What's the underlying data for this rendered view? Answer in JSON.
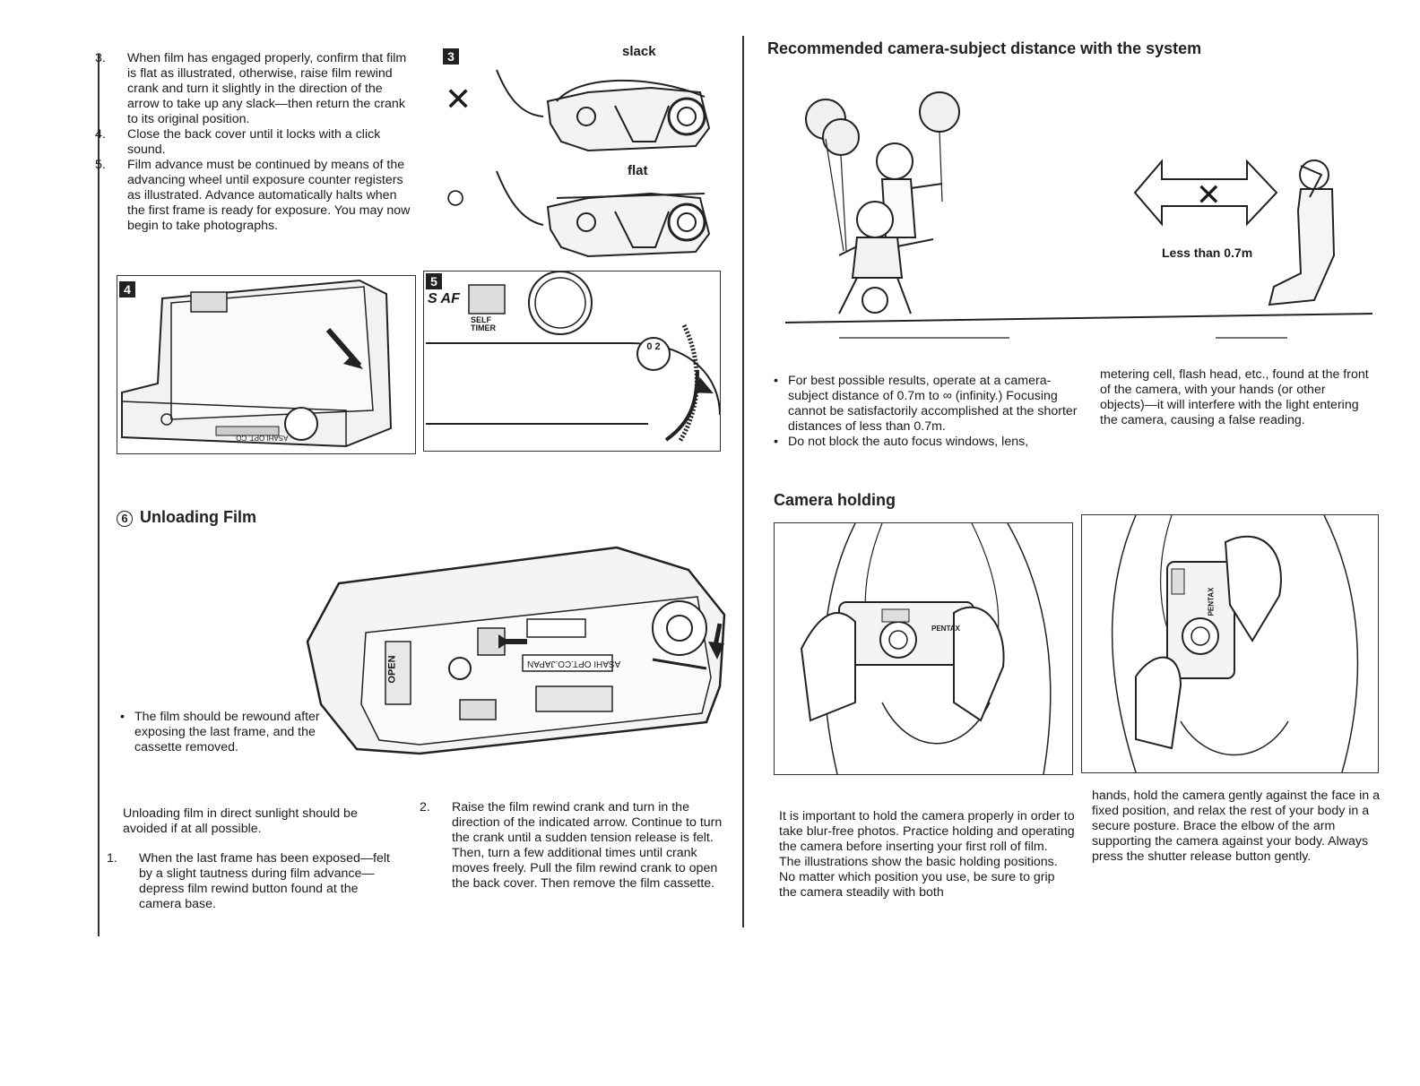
{
  "left": {
    "steps_top": [
      {
        "num": "3.",
        "text": "When film has engaged properly, confirm that film is flat as illustrated, otherwise, raise film rewind crank and turn it slightly in the direction of the arrow to take up any slack—then return the crank to its original position."
      },
      {
        "num": "4.",
        "text": "Close the back cover until it locks with a click sound."
      },
      {
        "num": "5.",
        "text": "Film advance must be continued by means of the advancing wheel until exposure counter registers as illustrated. Advance automatically halts when the first frame is ready for exposure. You may now begin to take photographs."
      }
    ],
    "fig3": {
      "num": "3",
      "slack_label": "slack",
      "flat_label": "flat",
      "wrong_mark": "✕",
      "right_mark": "○"
    },
    "fig4": {
      "num": "4",
      "base_label": "ASAHI OPT. CO."
    },
    "fig5": {
      "num": "5",
      "af_label": "S AF",
      "self_timer": "SELF TIMER",
      "counter": "0 2"
    },
    "section6": {
      "num": "6",
      "title": "Unloading Film"
    },
    "camera_base": {
      "open_label": "OPEN",
      "maker_label": "ASAHI OPT.CO.JAPAN"
    },
    "unload_note": "The film should be rewound after exposing the last frame, and the cassette removed.",
    "sunlight_note": "Unloading film in direct sunlight should be avoided if at all possible.",
    "step1": {
      "num": "1.",
      "text": "When the last frame has been exposed—felt by a slight tautness during film advance—depress film rewind button found at the camera base."
    },
    "step2": {
      "num": "2.",
      "text": "Raise the film rewind crank and turn in the direction of the indicated arrow. Continue to turn the crank until a sudden tension release is felt. Then, turn a few additional times until crank moves freely. Pull the film rewind crank to open the back cover. Then remove the film cassette."
    }
  },
  "right": {
    "distance_title": "Recommended camera-subject distance with the system",
    "distance_label": "Less than 0.7m",
    "distance_mark": "✕",
    "bullets_col1": [
      "For best possible results, operate at a camera-subject distance of 0.7m to ∞ (infinity.) Focusing cannot be satisfactorily accomplished at the shorter distances of less than 0.7m.",
      "Do not block the auto focus windows, lens,"
    ],
    "bullets_col2_cont": "metering cell, flash head, etc., found at the front of the camera, with your hands (or other objects)—it will interfere with the light entering the camera, causing a false reading.",
    "holding_title": "Camera holding",
    "camera_brand": "PENTAX",
    "holding_col1": "It is important to hold the camera properly in order to take blur-free photos. Practice holding and operating the camera before inserting your first roll of film.\nThe illustrations show the basic holding positions. No matter which position you use, be sure to grip the camera steadily with both",
    "holding_col2": "hands, hold the camera gently against the face in a fixed position, and relax the rest of your body in a secure posture. Brace the elbow of the arm supporting the camera against your body. Always press the shutter release button gently."
  }
}
